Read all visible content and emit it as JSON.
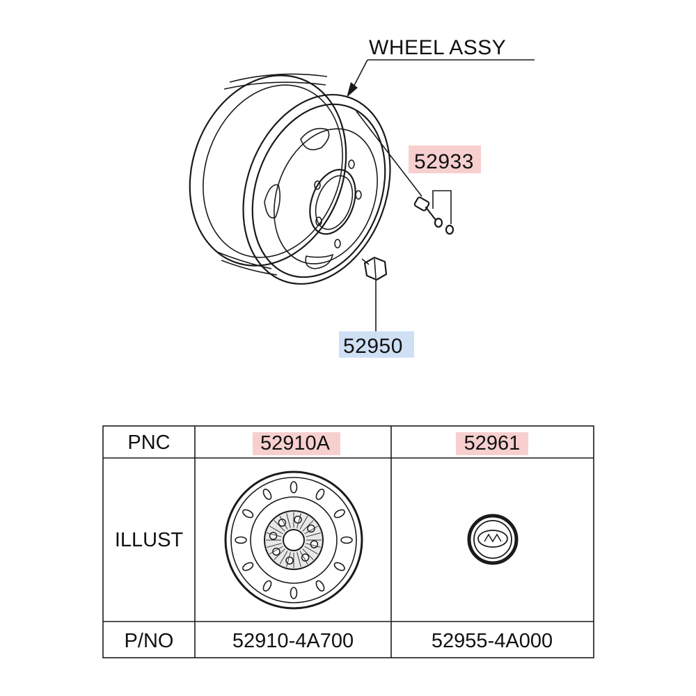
{
  "title": "WHEEL ASSY",
  "callouts": {
    "valve": {
      "label": "52933",
      "highlight": "#f7cfcf"
    },
    "nut": {
      "label": "52950",
      "highlight": "#cfe0f5"
    }
  },
  "table": {
    "row_headers": {
      "pnc": "PNC",
      "illust": "ILLUST",
      "pno": "P/NO"
    },
    "columns": [
      {
        "pnc": "52910A",
        "pno": "52910-4A700",
        "highlight": "#f7cfcf",
        "illust": "steel-wheel-icon"
      },
      {
        "pnc": "52961",
        "pno": "52955-4A000",
        "highlight": "#f7cfcf",
        "illust": "hub-cap-icon"
      }
    ]
  }
}
